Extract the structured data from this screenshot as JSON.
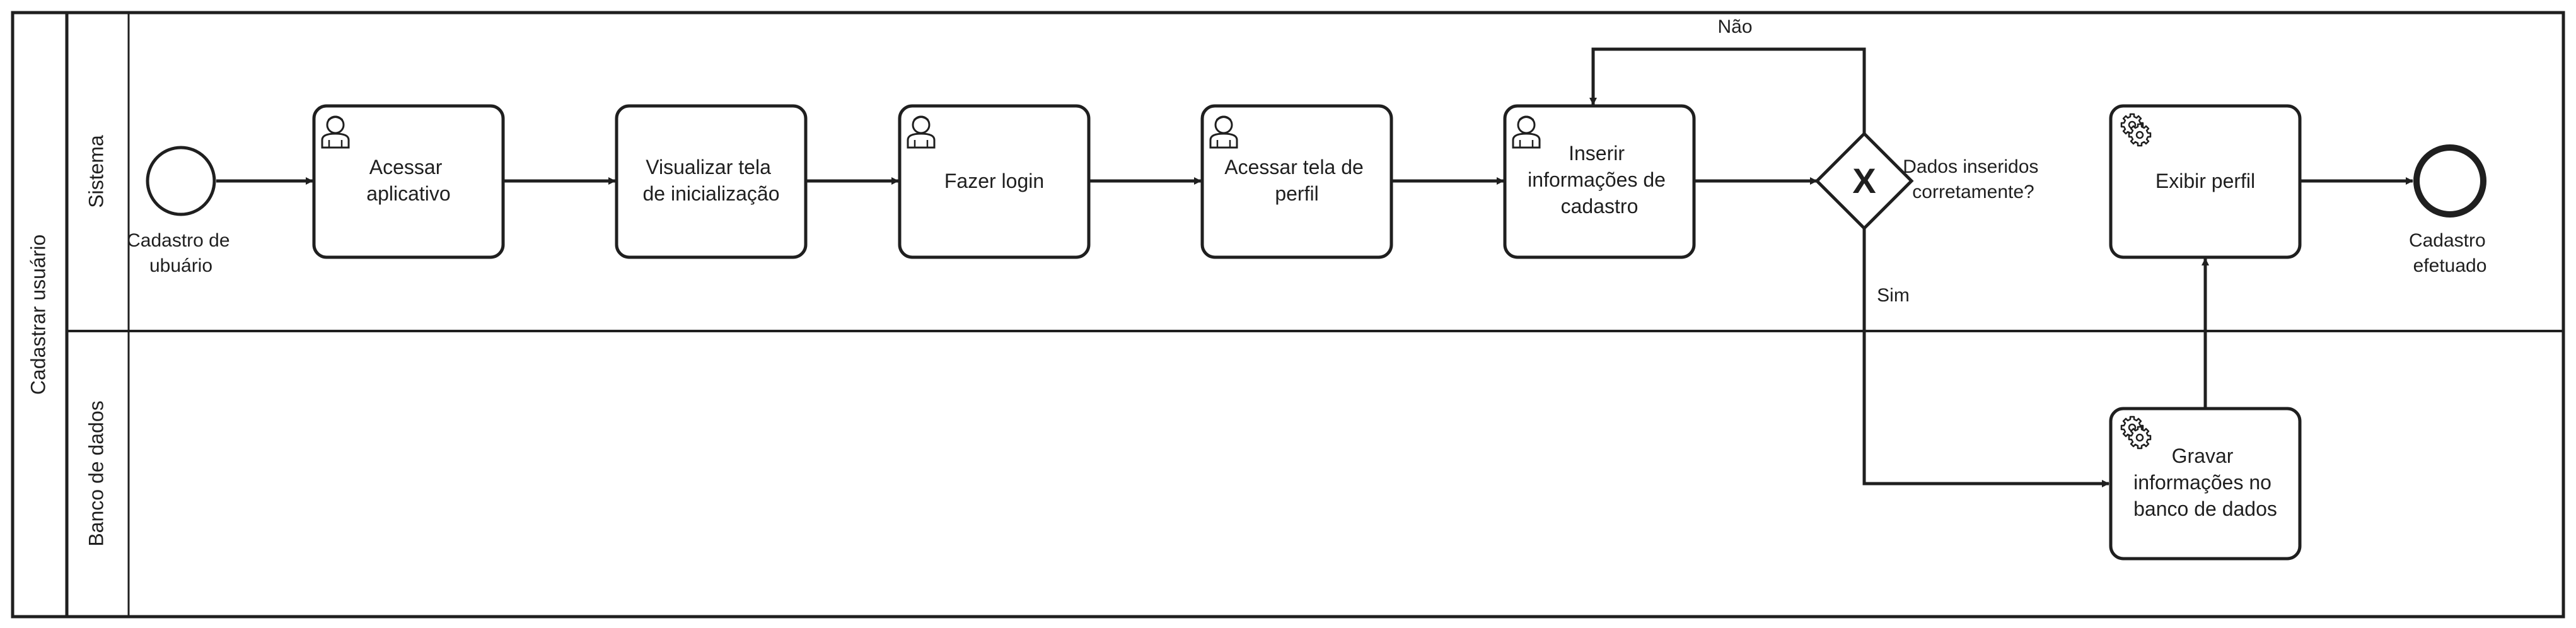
{
  "pool": {
    "label": "Cadastrar usuário"
  },
  "lanes": {
    "sistema": {
      "label": "Sistema"
    },
    "banco": {
      "label": "Banco de dados"
    }
  },
  "events": {
    "start": {
      "lines": [
        "Cadastro de",
        "ubuário"
      ]
    },
    "end": {
      "lines": [
        "Cadastro",
        "efetuado"
      ]
    }
  },
  "tasks": {
    "acessar_aplicativo": {
      "lines": [
        "Acessar",
        "aplicativo"
      ],
      "icon": "user-icon"
    },
    "visualizar_tela": {
      "lines": [
        "Visualizar tela",
        "de inicialização"
      ],
      "icon": ""
    },
    "fazer_login": {
      "lines": [
        "Fazer login"
      ],
      "icon": "user-icon"
    },
    "acessar_perfil": {
      "lines": [
        "Acessar tela de",
        "perfil"
      ],
      "icon": "user-icon"
    },
    "inserir_info": {
      "lines": [
        "Inserir",
        "informações de",
        "cadastro"
      ],
      "icon": "user-icon"
    },
    "exibir_perfil": {
      "lines": [
        "Exibir perfil"
      ],
      "icon": "gear-icon"
    },
    "gravar_info": {
      "lines": [
        "Gravar",
        "informações no",
        "banco de dados"
      ],
      "icon": "gear-icon"
    }
  },
  "gateway": {
    "lines": [
      "Dados inseridos",
      "corretamente?"
    ],
    "symbol": "X"
  },
  "flow_labels": {
    "no": "Não",
    "yes": "Sim"
  },
  "colors": {
    "stroke": "#1f1f1f",
    "background": "#ffffff"
  }
}
